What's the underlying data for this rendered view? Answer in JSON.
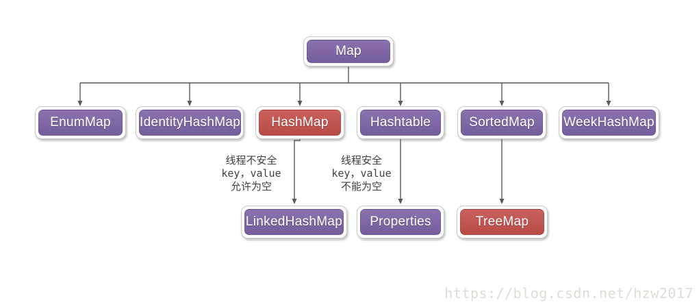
{
  "diagram_type": "class-hierarchy-tree",
  "nodes": {
    "map": {
      "label": "Map",
      "color": "purple"
    },
    "enummap": {
      "label": "EnumMap",
      "color": "purple"
    },
    "identityhashmap": {
      "label": "IdentityHashMap",
      "color": "purple"
    },
    "hashmap": {
      "label": "HashMap",
      "color": "red"
    },
    "hashtable": {
      "label": "Hashtable",
      "color": "purple"
    },
    "sortedmap": {
      "label": "SortedMap",
      "color": "purple"
    },
    "weekhashmap": {
      "label": "WeekHashMap",
      "color": "purple"
    },
    "linkedhashmap": {
      "label": "LinkedHashMap",
      "color": "purple"
    },
    "properties": {
      "label": "Properties",
      "color": "purple"
    },
    "treemap": {
      "label": "TreeMap",
      "color": "red"
    }
  },
  "edges": [
    [
      "Map",
      "EnumMap"
    ],
    [
      "Map",
      "IdentityHashMap"
    ],
    [
      "Map",
      "HashMap"
    ],
    [
      "Map",
      "Hashtable"
    ],
    [
      "Map",
      "SortedMap"
    ],
    [
      "Map",
      "WeekHashMap"
    ],
    [
      "HashMap",
      "LinkedHashMap"
    ],
    [
      "Hashtable",
      "Properties"
    ],
    [
      "SortedMap",
      "TreeMap"
    ]
  ],
  "annotations": {
    "hashmap_note": {
      "lines": [
        "线程不安全",
        "key，value",
        "允许为空"
      ]
    },
    "hashtable_note": {
      "lines": [
        "线程安全",
        "key，value",
        "不能为空"
      ]
    }
  },
  "watermark": {
    "text": "https://blog.csdn.net/hzw2017"
  },
  "colors": {
    "node_purple": "#7E63A6",
    "node_red": "#C5504B",
    "connector_line": "#595959",
    "note_text": "#3F3F3F",
    "watermark_text": "#DEDCD6"
  }
}
